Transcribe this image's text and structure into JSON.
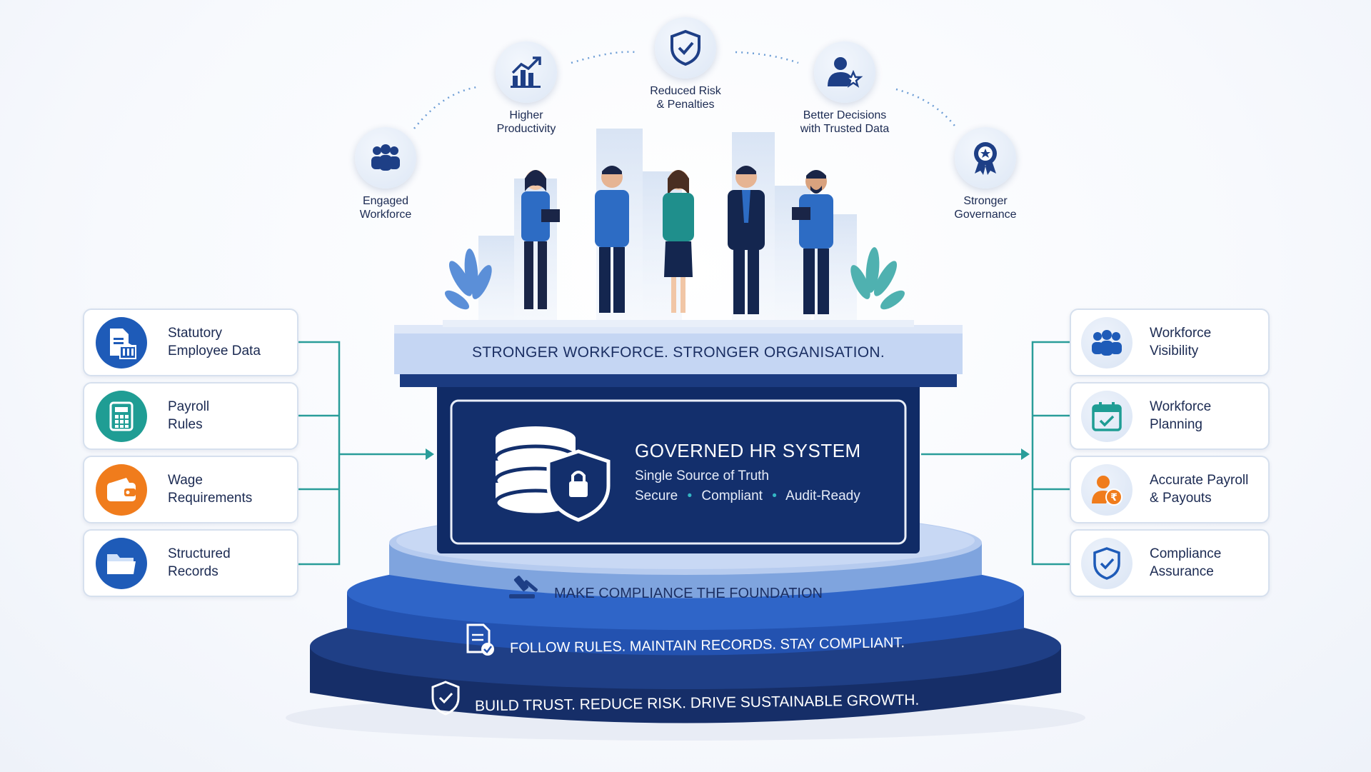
{
  "benefits": [
    {
      "label": "Engaged\nWorkforce",
      "icon": "people-icon"
    },
    {
      "label": "Higher\nProductivity",
      "icon": "chart-up-icon"
    },
    {
      "label": "Reduced Risk\n& Penalties",
      "icon": "shield-check-icon"
    },
    {
      "label": "Better Decisions\nwith Trusted Data",
      "icon": "user-star-icon"
    },
    {
      "label": "Stronger\nGovernance",
      "icon": "award-badge-icon"
    }
  ],
  "inputs": [
    {
      "label": "Statutory\nEmployee Data",
      "icon": "document-bank-icon",
      "color": "#1e5bb8"
    },
    {
      "label": "Payroll\nRules",
      "icon": "calculator-icon",
      "color": "#1f9d94"
    },
    {
      "label": "Wage\nRequirements",
      "icon": "wallet-icon",
      "color": "#f07c1c"
    },
    {
      "label": "Structured\nRecords",
      "icon": "folder-icon",
      "color": "#1e5bb8"
    }
  ],
  "outputs": [
    {
      "label": "Workforce\nVisibility",
      "icon": "team-icon",
      "color": "#1e5bb8"
    },
    {
      "label": "Workforce\nPlanning",
      "icon": "calendar-check-icon",
      "color": "#1f9d94"
    },
    {
      "label": "Accurate Payroll\n& Payouts",
      "icon": "rupee-user-icon",
      "color": "#f07c1c"
    },
    {
      "label": "Compliance\nAssurance",
      "icon": "shield-check-icon",
      "color": "#1e5bb8"
    }
  ],
  "platform": {
    "top_banner": "STRONGER WORKFORCE. STRONGER ORGANISATION.",
    "system_title": "GOVERNED HR SYSTEM",
    "system_subtitle": "Single Source of Truth",
    "system_tags": [
      "Secure",
      "Compliant",
      "Audit-Ready"
    ],
    "tier1": "MAKE COMPLIANCE THE FOUNDATION",
    "tier2": "FOLLOW RULES. MAINTAIN RECORDS. STAY COMPLIANT.",
    "tier3": "BUILD TRUST. REDUCE RISK. DRIVE SUSTAINABLE GROWTH."
  },
  "colors": {
    "navy": "#14306e",
    "blue": "#1e5bb8",
    "teal": "#1f9d94",
    "orange": "#f07c1c"
  }
}
